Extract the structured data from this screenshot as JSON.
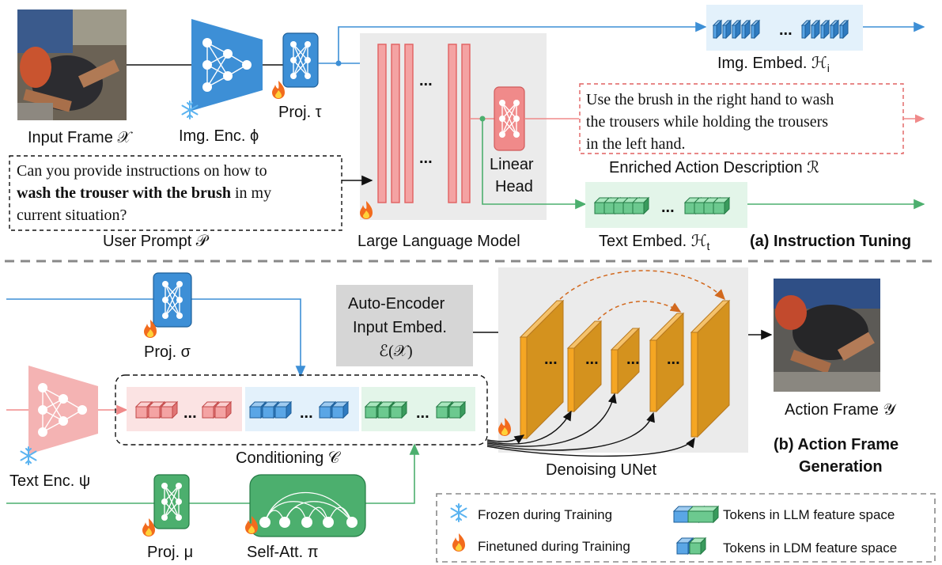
{
  "top": {
    "input_frame_label": "Input Frame 𝒳",
    "img_enc_label": "Img. Enc. ϕ",
    "proj_tau_label": "Proj. τ",
    "img_embed_label": "Img. Embed. ℋ",
    "img_embed_sub": "i",
    "llm_label": "Large Language Model",
    "linear_head_1": "Linear",
    "linear_head_2": "Head",
    "description_lines": [
      "Use the brush in the right hand to wash",
      "the trousers while holding the trousers",
      "in the left hand."
    ],
    "enriched_label": "Enriched Action Description ℛ",
    "prompt_pre": "Can you provide instructions on how to",
    "prompt_bold": "wash the trouser with the brush",
    "prompt_post": " in my",
    "prompt_line3": "current situation?",
    "user_prompt_label": "User Prompt 𝒫",
    "text_embed_label": "Text Embed. ℋ",
    "text_embed_sub": "t",
    "section_a": "(a) Instruction Tuning",
    "ellipsis": "..."
  },
  "bottom": {
    "proj_sigma_label": "Proj. σ",
    "autoenc_1": "Auto-Encoder",
    "autoenc_2": "Input Embed.",
    "autoenc_3": "ℰ(𝒳)",
    "text_enc_label": "Text Enc. ψ",
    "conditioning_label": "Conditioning 𝒞",
    "denoising_label": "Denoising UNet",
    "action_frame_label": "Action Frame 𝒴",
    "section_b_1": "(b) Action Frame",
    "section_b_2": "Generation",
    "proj_mu_label": "Proj. μ",
    "self_att_label": "Self-Att. π",
    "ellipsis": "..."
  },
  "legend": {
    "frozen": "Frozen during Training",
    "finetuned": "Finetuned during Training",
    "llm_tokens": "Tokens in LLM feature space",
    "ldm_tokens": "Tokens in LDM feature space"
  },
  "colors": {
    "blue": "#3d8fd6",
    "green": "#4caf6e",
    "pink": "#f08a8a",
    "orange": "#f5a623",
    "gray": "#ebebeb"
  }
}
